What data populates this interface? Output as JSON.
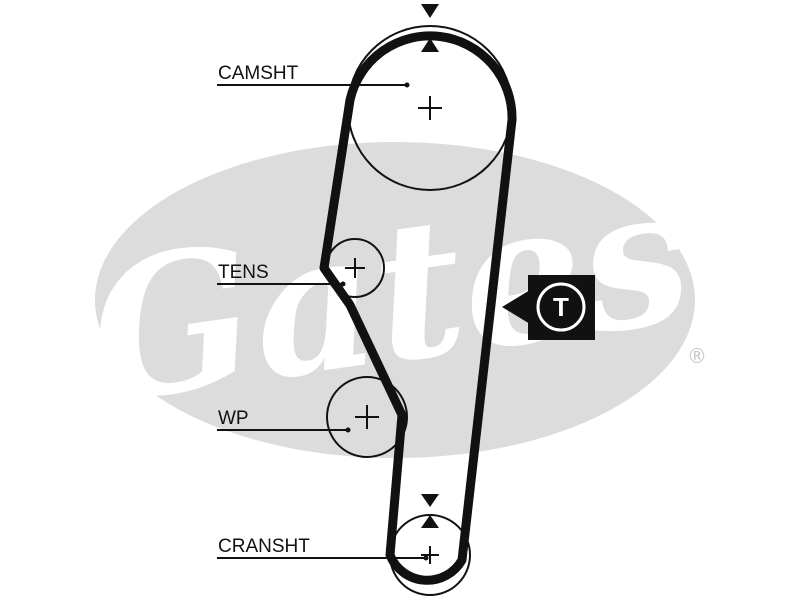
{
  "labels": {
    "camshaft": "CAMSHT",
    "tensioner": "TENS",
    "water_pump": "WP",
    "crankshaft": "CRANSHT"
  },
  "tension_marker": "T",
  "watermark": {
    "brand": "Gates",
    "registered": "®"
  },
  "colors": {
    "belt": "#111111",
    "watermark": "#dcdcdc",
    "background": "#ffffff"
  }
}
